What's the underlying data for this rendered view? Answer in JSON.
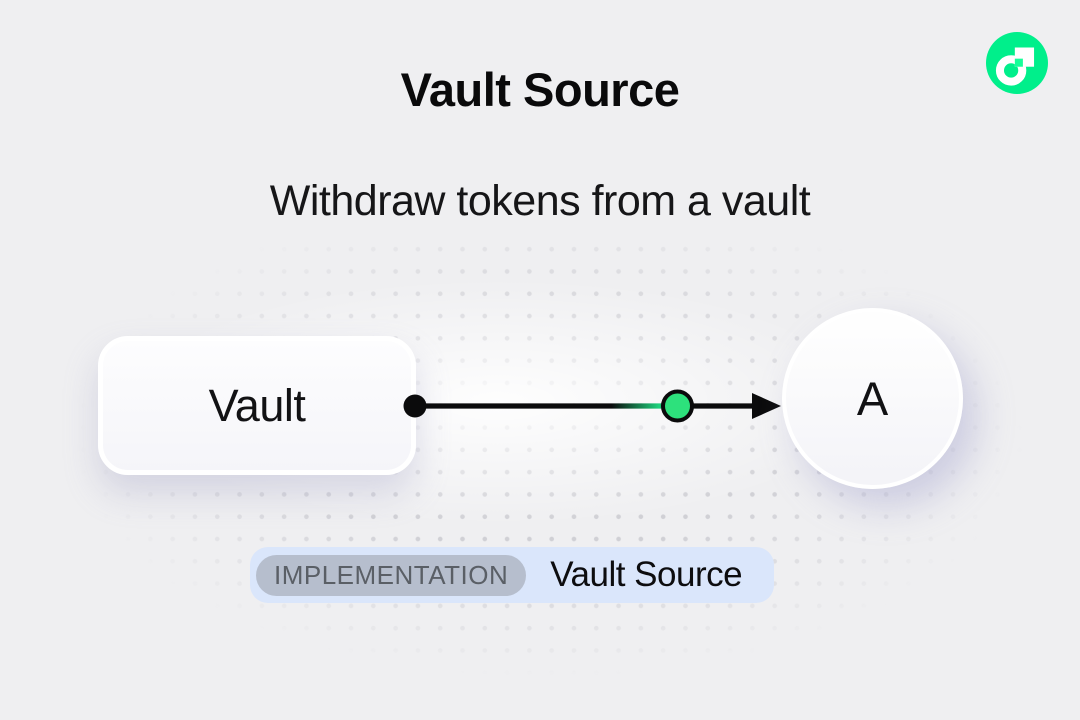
{
  "header": {
    "title": "Vault Source",
    "subtitle": "Withdraw tokens from a vault"
  },
  "logo": {
    "name": "flow-logo",
    "background_color": "#00EF8B",
    "notch_color": "#16FF99",
    "glyph_color": "#FFFFFF"
  },
  "diagram": {
    "source_label": "Vault",
    "target_label": "A",
    "edge_color": "#0B0B0C",
    "marker_color": "#2DE17C"
  },
  "badge": {
    "tag": "IMPLEMENTATION",
    "label": "Vault Source",
    "container_color": "#DAE6FB",
    "tag_background": "#B6BECD",
    "tag_text_color": "#5A5F66"
  }
}
